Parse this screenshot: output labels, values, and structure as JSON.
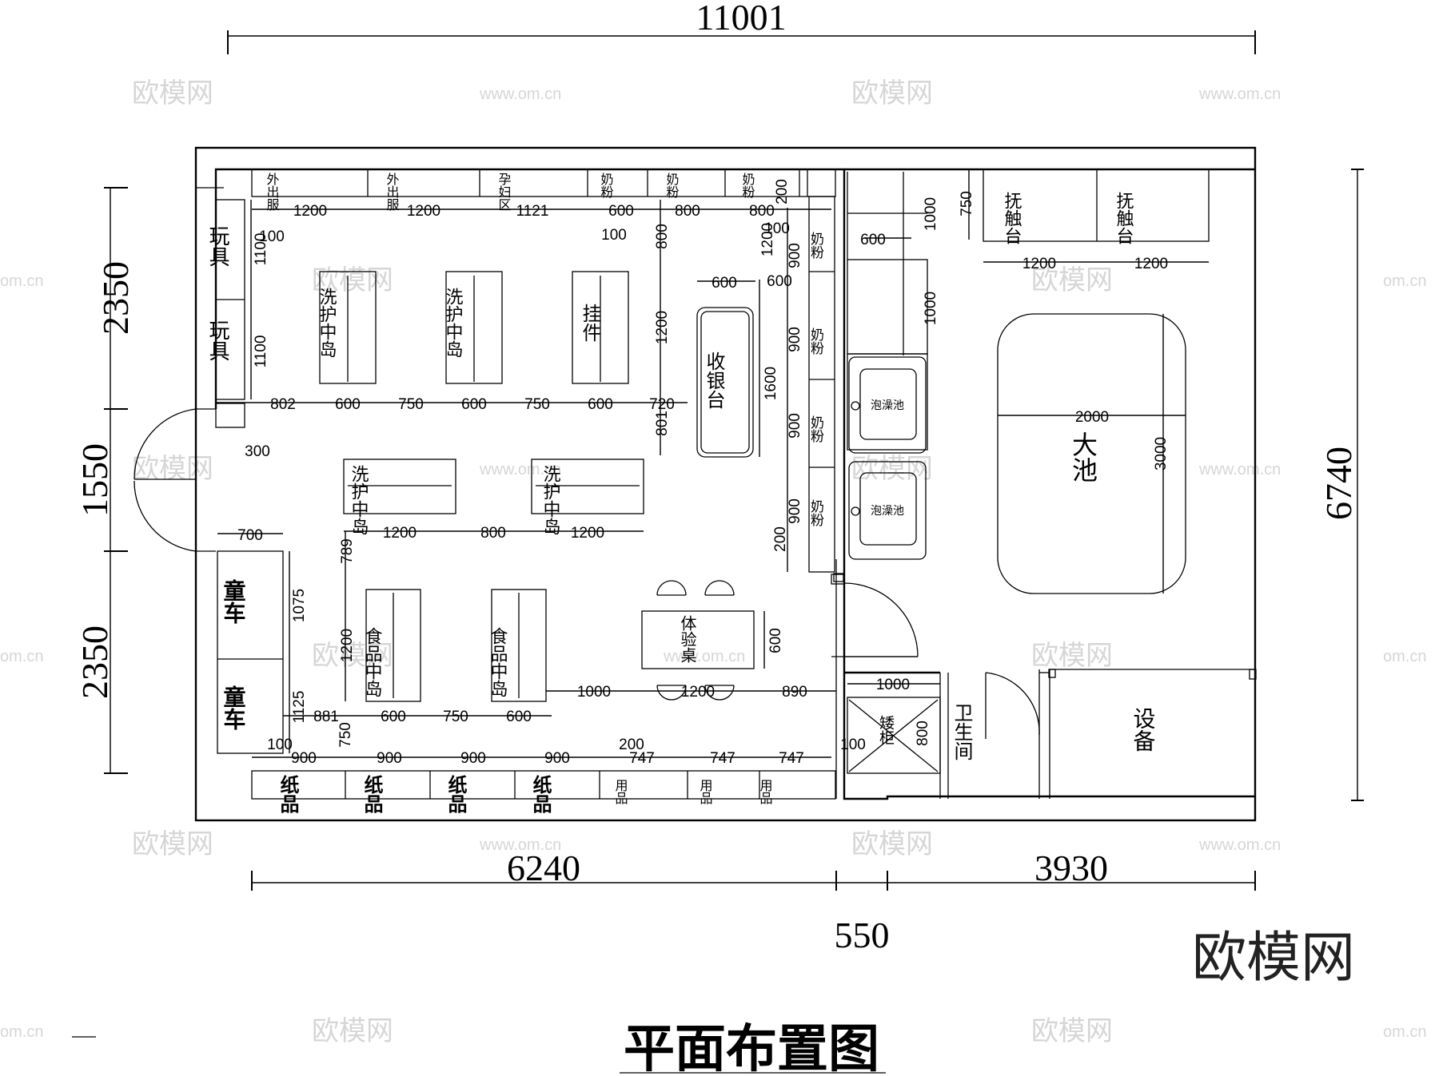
{
  "overall_dims": {
    "top_total": "11001",
    "right_total": "6740",
    "left_upper": "2350",
    "left_door": "1550",
    "left_lower": "2350",
    "bottom_left": "6240",
    "bottom_mid": "550",
    "bottom_right": "3930"
  },
  "title": "平面布置图",
  "brand": "欧模网",
  "watermark": {
    "text": "欧模网",
    "url": "www.om.cn",
    "edge": "om.cn"
  },
  "rooms": {
    "big_pool": "大池",
    "toilet": "卫生间",
    "equipment": "设备",
    "cabinet": "矮柜",
    "cashier": "收银台",
    "experience_table": "体验桌"
  },
  "top_shelves": [
    "外出服",
    "外出服",
    "孕妇区",
    "奶粉",
    "奶粉",
    "奶粉"
  ],
  "right_shelves": [
    "奶粉",
    "奶粉",
    "奶粉",
    "奶粉"
  ],
  "bottom_shelves": [
    "纸品",
    "纸品",
    "纸品",
    "纸品",
    "用品",
    "用品",
    "用品"
  ],
  "left_shelves": {
    "toy": "玩具",
    "stroller": "童车"
  },
  "islands": {
    "wash_care": "洗护中岛",
    "hanging": "挂件",
    "food": "食品中岛"
  },
  "massage_table": "抚触台",
  "sinks": [
    "泡澡池",
    "泡澡池"
  ],
  "dims": {
    "top_shelf_widths": [
      "1200",
      "1200",
      "1121",
      "600",
      "800",
      "800"
    ],
    "top_200": "200",
    "top_100a": "100",
    "top_100b": "100",
    "top_100c": "100",
    "toy_1100a": "1100",
    "toy_1100b": "1100",
    "row1": [
      "802",
      "600",
      "750",
      "600",
      "750",
      "600",
      "720"
    ],
    "v800": "800",
    "v1200": "1200",
    "v801": "801",
    "cashier_600": "600",
    "cashier_1600": "1600",
    "r1200": "1200",
    "r600": "600",
    "r900a": "900",
    "r900b": "900",
    "r900c": "900",
    "r900d": "900",
    "r200": "200",
    "s300": "300",
    "row2": [
      "1200",
      "800",
      "1200"
    ],
    "s700": "700",
    "s1075": "1075",
    "s1125": "1125",
    "s789": "789",
    "s1200": "1200",
    "row3": [
      "881",
      "600",
      "750",
      "600"
    ],
    "t1000": "1000",
    "t1200": "1200",
    "t890": "890",
    "t600": "600",
    "b100": "100",
    "b750": "750",
    "b200": "200",
    "bottom_widths": [
      "900",
      "900",
      "900",
      "900",
      "747",
      "747",
      "747"
    ],
    "c600": "600",
    "c1000a": "1000",
    "c1000b": "1000",
    "m750": "750",
    "m1200a": "1200",
    "m1200b": "1200",
    "pool_w": "2000",
    "pool_h": "3000",
    "k1000": "1000",
    "k800": "800",
    "k100": "100"
  }
}
